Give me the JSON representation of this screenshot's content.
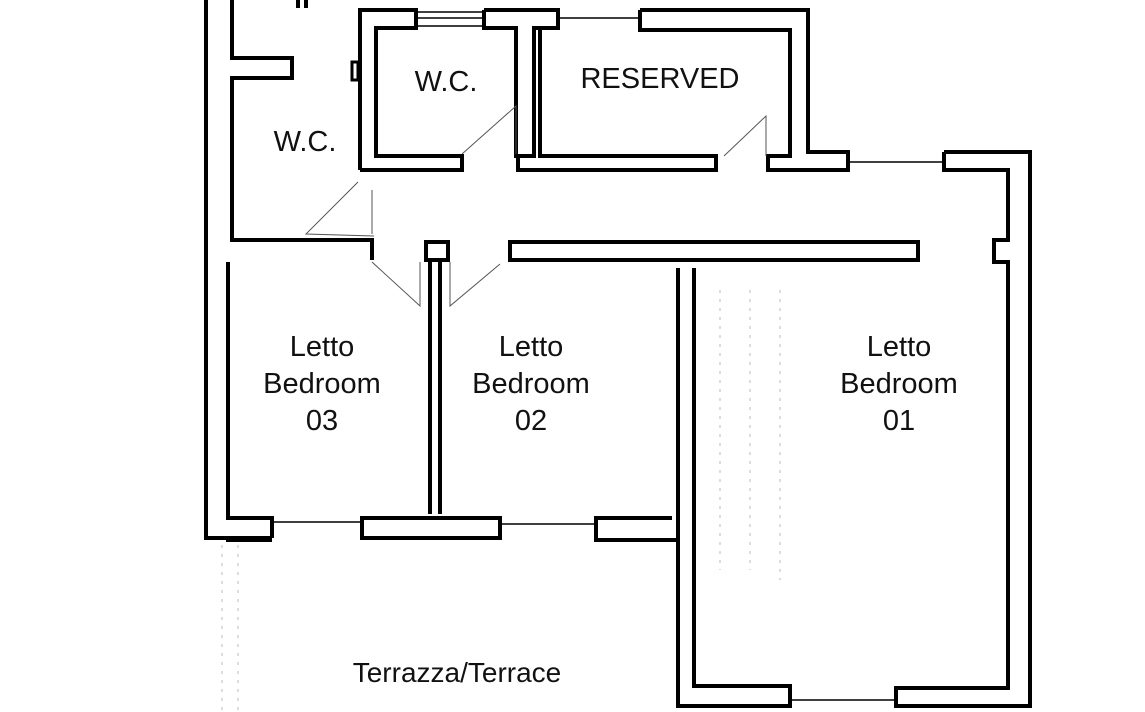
{
  "rooms": {
    "wc_left": {
      "label": "W.C."
    },
    "wc_top": {
      "label": "W.C."
    },
    "reserved": {
      "label": "RESERVED"
    },
    "bedroom_03": {
      "line1": "Letto",
      "line2": "Bedroom",
      "line3": "03"
    },
    "bedroom_02": {
      "line1": "Letto",
      "line2": "Bedroom",
      "line3": "02"
    },
    "bedroom_01": {
      "line1": "Letto",
      "line2": "Bedroom",
      "line3": "01"
    },
    "terrace": {
      "label": "Terrazza/Terrace"
    }
  },
  "colors": {
    "wall": "#000000",
    "background": "#ffffff",
    "text": "#111111"
  }
}
